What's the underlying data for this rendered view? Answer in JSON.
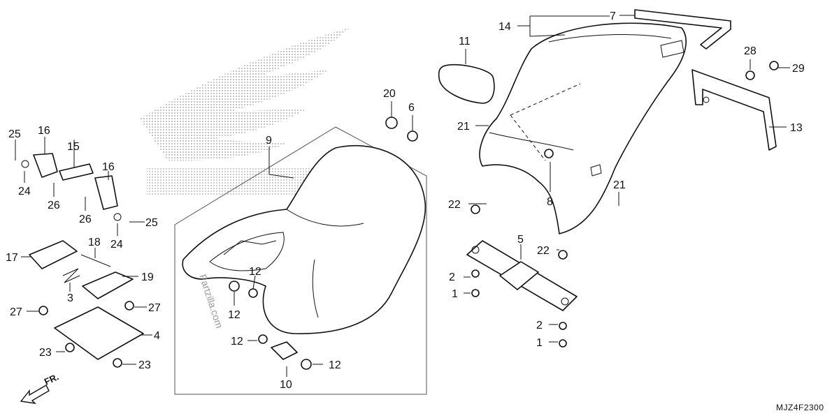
{
  "diagram_code": "MJZ4F2300",
  "watermark": "Partzilla.com",
  "front_arrow_label": "FR.",
  "brand_logo": "honda-wing-logo",
  "callouts": {
    "c1a": "1",
    "c1b": "1",
    "c2a": "2",
    "c2b": "2",
    "c3": "3",
    "c4": "4",
    "c5": "5",
    "c6": "6",
    "c7": "7",
    "c8": "8",
    "c9": "9",
    "c10": "10",
    "c11": "11",
    "c12a": "12",
    "c12b": "12",
    "c12c": "12",
    "c12d": "12",
    "c13": "13",
    "c14": "14",
    "c15": "15",
    "c16a": "16",
    "c16b": "16",
    "c17": "17",
    "c18": "18",
    "c19": "19",
    "c20": "20",
    "c21a": "21",
    "c21b": "21",
    "c22a": "22",
    "c22b": "22",
    "c23a": "23",
    "c23b": "23",
    "c24a": "24",
    "c24b": "24",
    "c25a": "25",
    "c25b": "25",
    "c26a": "26",
    "c26b": "26",
    "c27a": "27",
    "c27b": "27",
    "c28": "28",
    "c29": "29"
  }
}
